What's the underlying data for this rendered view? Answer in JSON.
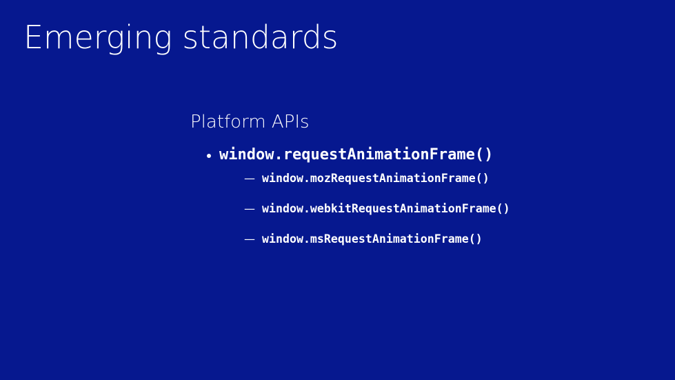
{
  "slide": {
    "background_color": "#06188f",
    "text_color": "#ffffff",
    "title": "Emerging standards",
    "section_heading": "Platform APIs",
    "bullets": [
      {
        "marker": "•",
        "text": "window.requestAnimationFrame()",
        "children": [
          {
            "marker": "—",
            "text": "window.mozRequestAnimationFrame()"
          },
          {
            "marker": "—",
            "text": "window.webkitRequestAnimationFrame()"
          },
          {
            "marker": "—",
            "text": "window.msRequestAnimationFrame()"
          }
        ]
      }
    ]
  }
}
